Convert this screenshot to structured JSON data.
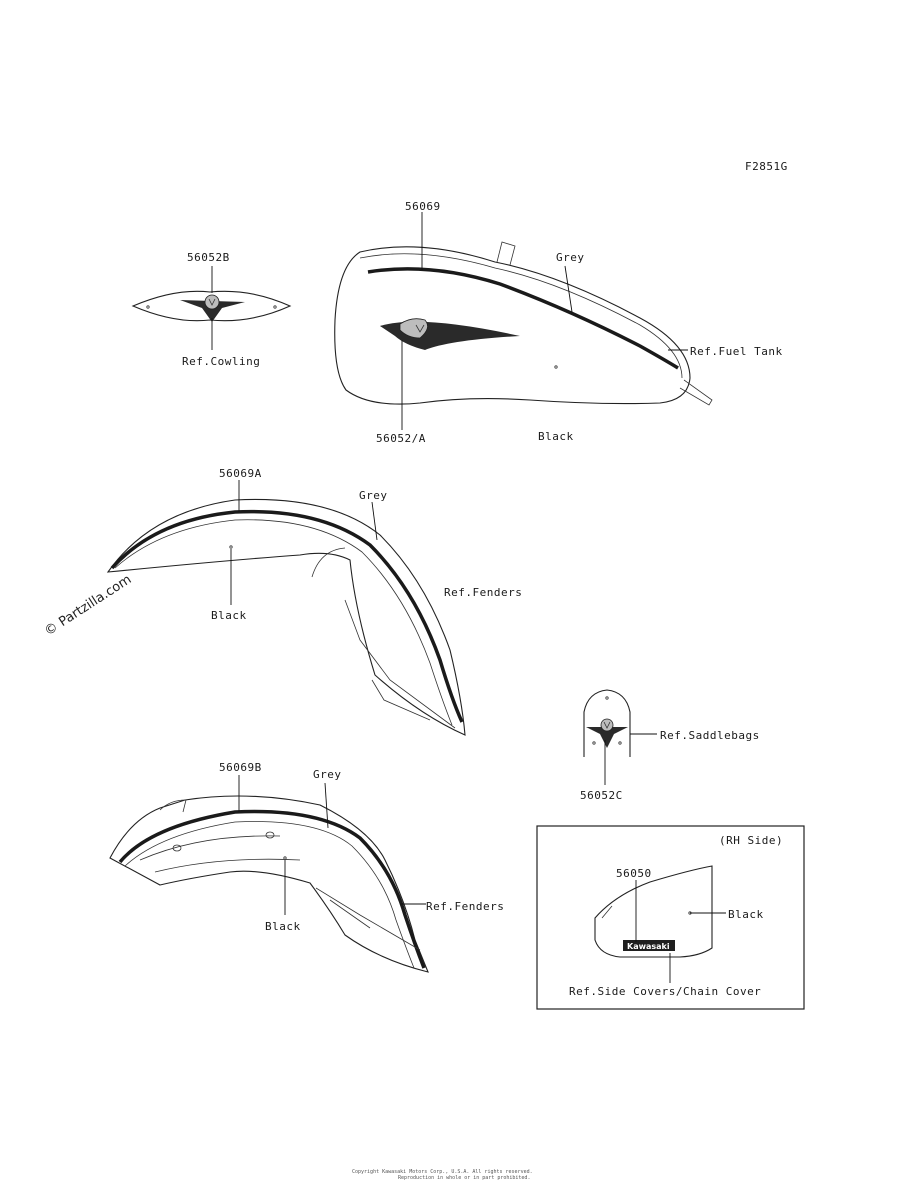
{
  "figure_code": "F2851G",
  "watermark": "© Partzilla.com",
  "footer": {
    "line1": "Copyright Kawasaki Motors Corp., U.S.A. All rights reserved.",
    "line2": "Reproduction in whole or in part prohibited."
  },
  "tank": {
    "part_top": "56069",
    "part_emblem": "56052/A",
    "color_top": "Grey",
    "color_bottom": "Black",
    "ref": "Ref.Fuel Tank"
  },
  "cowling": {
    "part": "56052B",
    "ref": "Ref.Cowling"
  },
  "front_fender": {
    "part": "56069A",
    "color_top": "Grey",
    "color_bottom": "Black",
    "ref": "Ref.Fenders"
  },
  "saddlebag": {
    "part": "56052C",
    "ref": "Ref.Saddlebags"
  },
  "rear_fender": {
    "part": "56069B",
    "color_top": "Grey",
    "color_bottom": "Black",
    "ref": "Ref.Fenders"
  },
  "side_cover": {
    "side_note": "(RH Side)",
    "part": "56050",
    "color": "Black",
    "badge": "Kawasaki",
    "ref": "Ref.Side Covers/Chain Cover"
  }
}
